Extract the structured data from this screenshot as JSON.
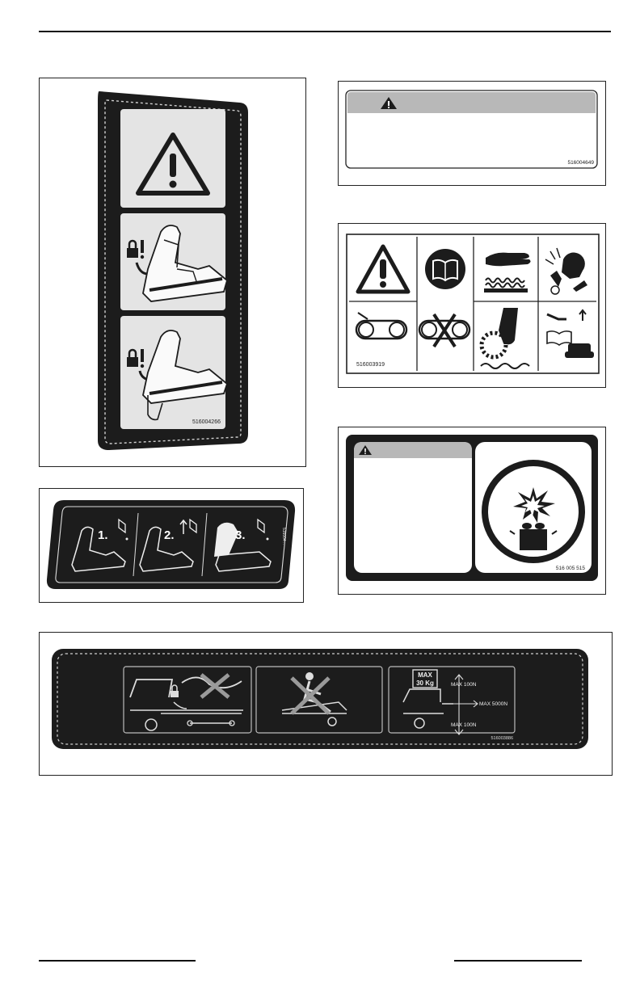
{
  "page": {
    "header_rule": true,
    "footer_rules": 2
  },
  "decals": {
    "seat_lock_panel": {
      "part_number": "516004266",
      "icons": [
        "warning-triangle-icon",
        "lock-icon",
        "seat-raise-icon",
        "lock-icon",
        "seat-lower-icon"
      ]
    },
    "warning_label": {
      "part_number": "516004649",
      "icons": [
        "warning-triangle-icon"
      ]
    },
    "track_hazard_label": {
      "part_number": "516003919",
      "icons": [
        "warning-triangle-icon",
        "manual-book-icon",
        "hot-surface-hand-icon",
        "flying-debris-icon",
        "track-drive-icon",
        "track-entanglement-icon",
        "maintenance-icon"
      ]
    },
    "seat_steps_label": {
      "step_labels": [
        "1.",
        "2.",
        "3."
      ],
      "side_code": "516004..."
    },
    "battery_label": {
      "part_number": "516 005 515",
      "icons": [
        "warning-triangle-icon",
        "battery-explosion-icon"
      ]
    },
    "rack_label": {
      "part_number": "516003886",
      "max_weight": "MAX",
      "max_weight_value": "30 Kg",
      "force_top": "MAX 100N",
      "force_side": "MAX 5000N",
      "force_bottom": "MAX 100N"
    }
  },
  "colors": {
    "decal_black": "#1c1c1c",
    "decal_gray": "#cfcfcf",
    "panel_light": "#e9e9e9",
    "band_gray": "#b8b8b8"
  }
}
